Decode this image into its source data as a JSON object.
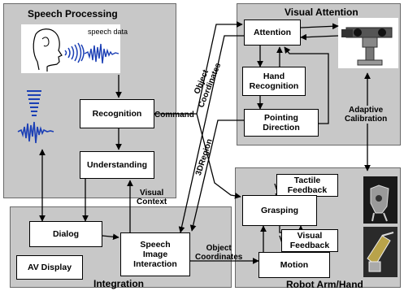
{
  "panels": {
    "speech": "Speech Processing",
    "visual": "Visual Attention",
    "integration": "Integration",
    "robot": "Robot Arm/Hand"
  },
  "boxes": {
    "recognition": "Recognition",
    "understanding": "Understanding",
    "dialog": "Dialog",
    "av_display": "AV Display",
    "speech_image_interaction": "Speech\nImage\nInteraction",
    "attention": "Attention",
    "hand_recognition": "Hand\nRecognition",
    "pointing_direction": "Pointing\nDirection",
    "grasping": "Grasping",
    "motion": "Motion",
    "tactile_feedback": "Tactile\nFeedback",
    "visual_feedback": "Visual\nFeedback"
  },
  "labels": {
    "speech_data": "speech data",
    "command": "Command",
    "object_coordinates_top": "Object\nCoordinates",
    "region_3d": "3DRegion",
    "visual_context": "Visual\nContext",
    "adaptive_calibration": "Adaptive\nCalibration",
    "object_coordinates_bottom": "Object\nCoordinates"
  },
  "icons": {
    "head": "human-head-speaking-icon",
    "camera": "stereo-camera-head-icon",
    "hand": "robot-hand-icon",
    "arm": "robot-arm-icon"
  }
}
